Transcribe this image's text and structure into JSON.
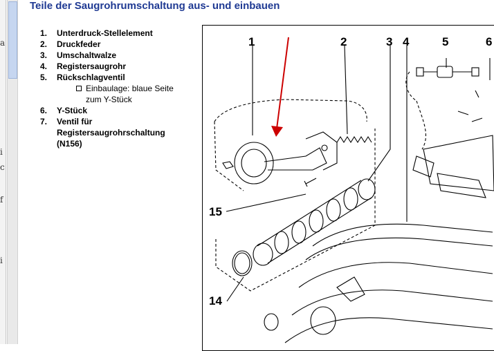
{
  "window": {
    "title": "Teile der Saugrohrumschaltung aus- und einbauen"
  },
  "left_strip_glyphs": [
    "a",
    "i",
    "c",
    "f",
    "i"
  ],
  "parts_list": [
    {
      "num": "1.",
      "label": "Unterdruck-Stellelement"
    },
    {
      "num": "2.",
      "label": "Druckfeder"
    },
    {
      "num": "3.",
      "label": "Umschaltwalze"
    },
    {
      "num": "4.",
      "label": "Registersaugrohr"
    },
    {
      "num": "5.",
      "label": "Rückschlagventil"
    }
  ],
  "note": {
    "line1": "Einbaulage: blaue Seite",
    "line2": "zum Y-Stück"
  },
  "parts_list_2": [
    {
      "num": "6.",
      "label": "Y-Stück"
    },
    {
      "num": "7.",
      "label": "Ventil für"
    }
  ],
  "part7_continued": {
    "line2": "Registersaugrohrschaltung",
    "line3": "(N156)"
  },
  "callouts": {
    "c1": "1",
    "c2": "2",
    "c3": "3",
    "c4": "4",
    "c5": "5",
    "c6": "6",
    "c15": "15",
    "c14": "14"
  },
  "colors": {
    "title": "#1f3a93",
    "arrow": "#cc0000"
  }
}
